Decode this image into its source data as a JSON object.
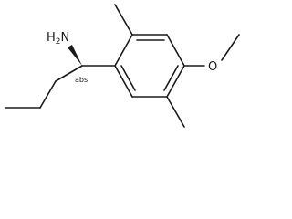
{
  "molecule": {
    "labels": {
      "amine": "H2N",
      "amine_main": "H",
      "amine_sub": "2",
      "amine_tail": "N",
      "stereo": "abs",
      "oxygen": "O"
    }
  },
  "colors": {
    "bond": "#1a1a1a",
    "background": "#ffffff"
  }
}
